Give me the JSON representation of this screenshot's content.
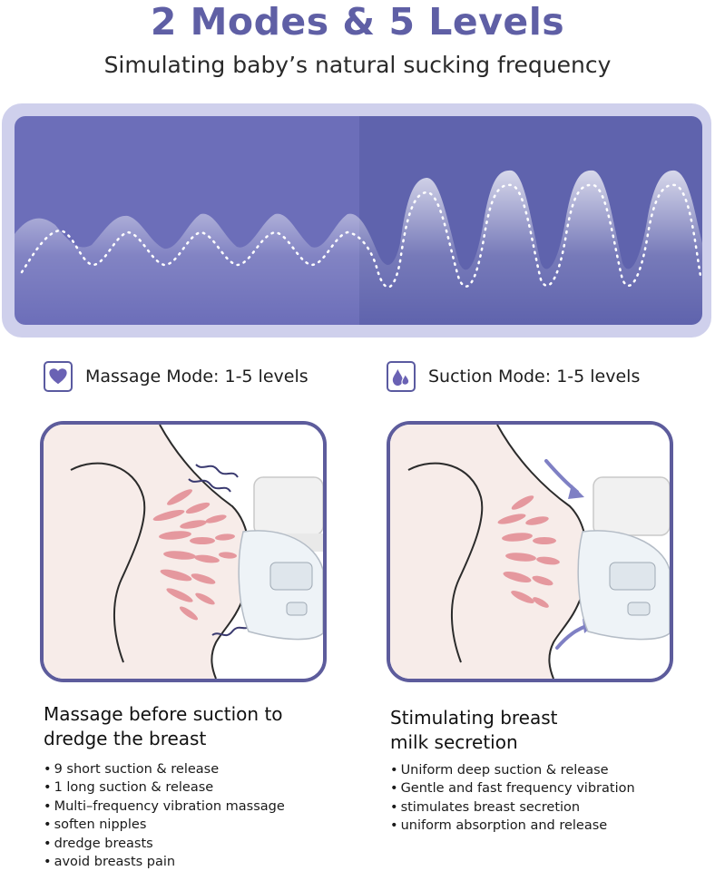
{
  "header": {
    "title": "2 Modes & 5 Levels",
    "subtitle": "Simulating baby’s natural sucking frequency"
  },
  "colors": {
    "title": "#5f5fa5",
    "frame": "#cfd0ec",
    "wave_left": "#6c6eb9",
    "wave_right": "#5f63ad",
    "panel_border": "#5d5c9c",
    "skin": "#f7ece9",
    "milk_duct": "#e48f96"
  },
  "massage": {
    "icon": "heart-icon",
    "label": "Massage Mode: 1-5 levels",
    "heading_line1": "Massage before suction to",
    "heading_line2": "dredge the breast",
    "bullets": [
      "9 short suction & release",
      "1 long suction & release",
      "Multi–frequency vibration massage",
      "soften nipples",
      "dredge breasts",
      "avoid breasts pain"
    ]
  },
  "suction": {
    "icon": "water-drops-icon",
    "label": "Suction Mode: 1-5 levels",
    "heading_line1": "Stimulating breast",
    "heading_line2": "milk secretion",
    "bullets": [
      "Uniform deep suction & release",
      "Gentle and fast frequency vibration",
      "stimulates breast secretion",
      "uniform absorption and release"
    ]
  }
}
